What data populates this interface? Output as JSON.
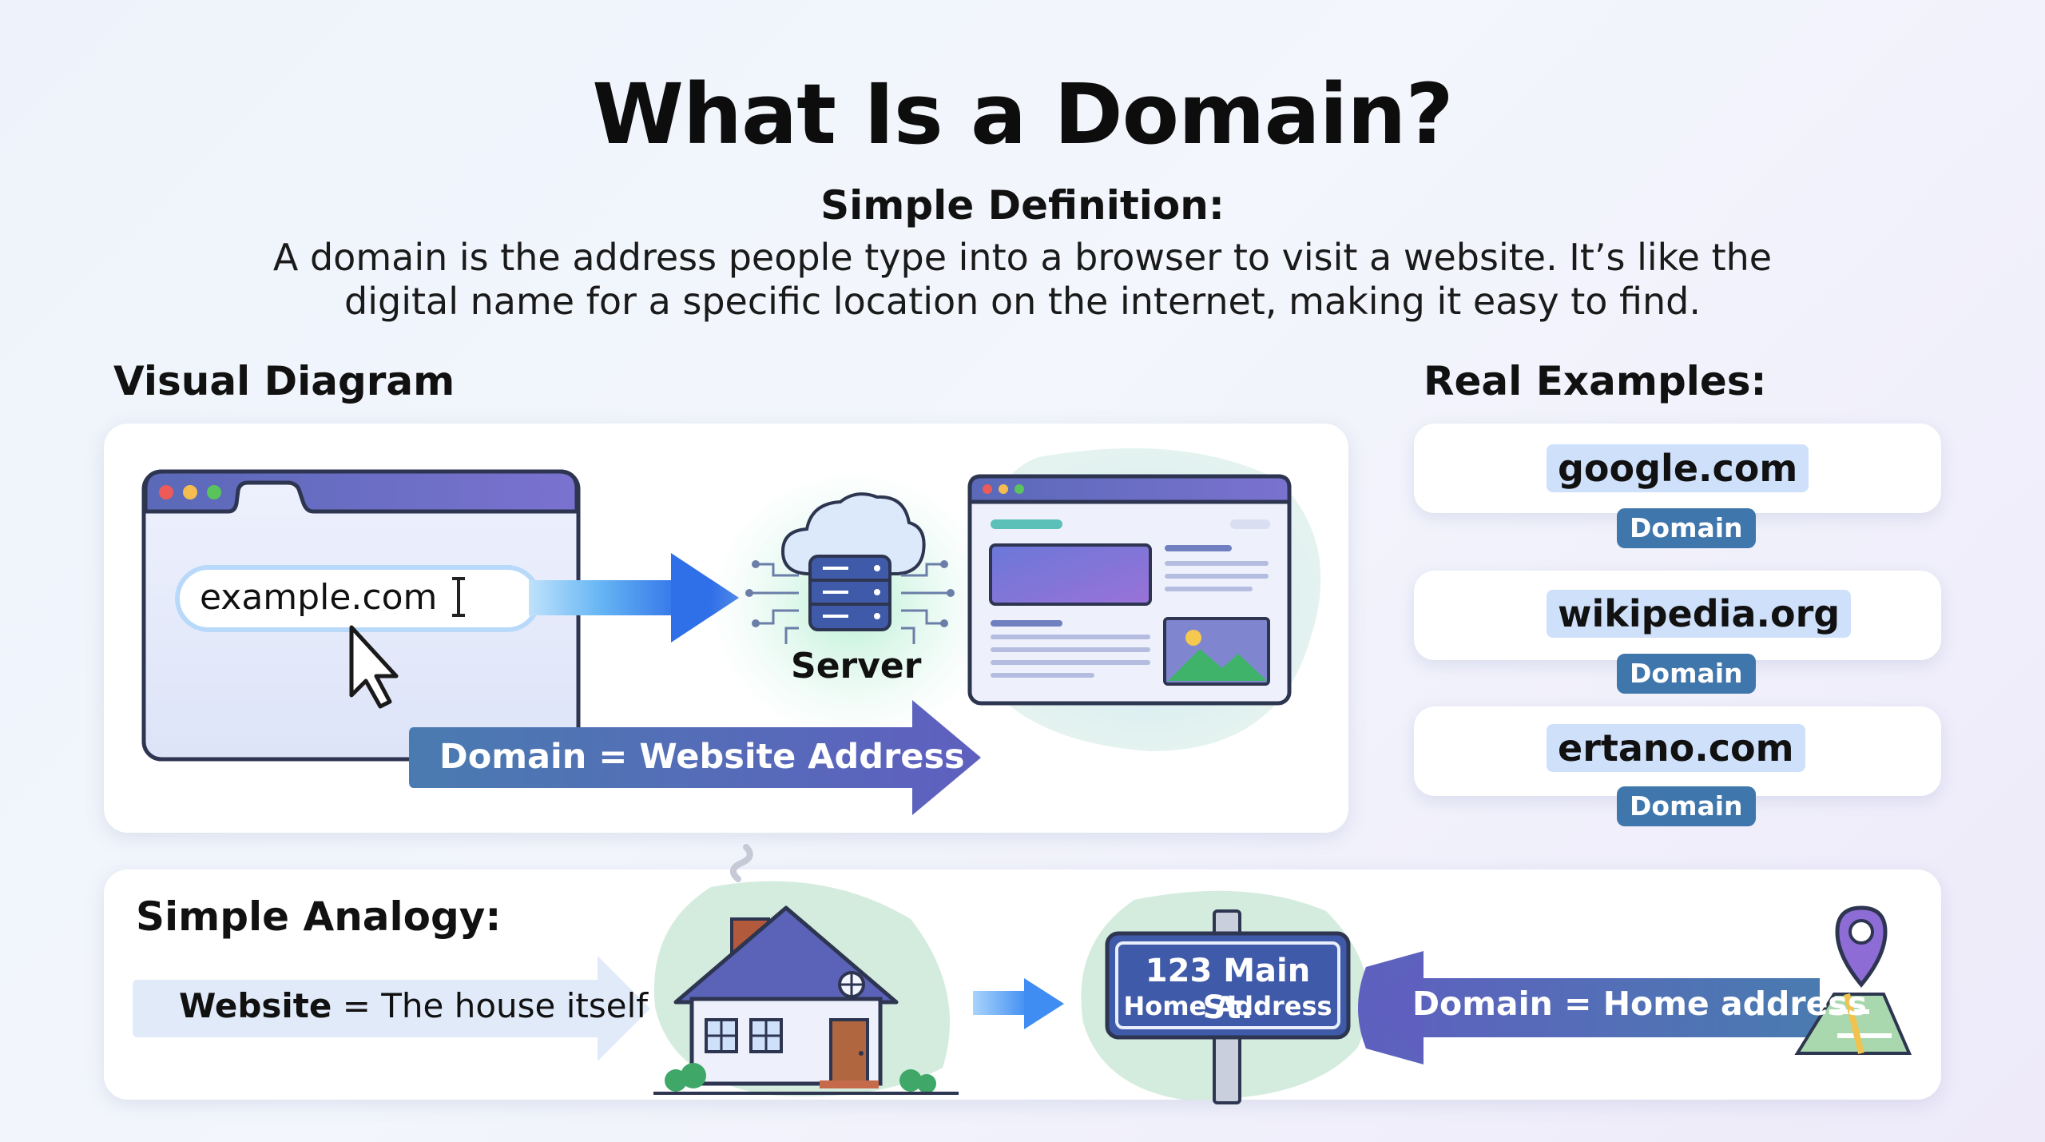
{
  "title": "What Is a Domain?",
  "definition": {
    "heading": "Simple Definition:",
    "text": "A domain is the address people type into a browser to visit a website. It’s like the digital name for a specific location on the internet, making it easy to find."
  },
  "diagram": {
    "heading": "Visual Diagram",
    "address_text": "example.com",
    "server_label": "Server",
    "banner": "Domain = Website Address"
  },
  "examples": {
    "heading": "Real Examples:",
    "badge": "Domain",
    "items": [
      {
        "domain": "google.com",
        "icon": "google-icon"
      },
      {
        "domain": "wikipedia.org",
        "icon": "wikipedia-globe-icon"
      },
      {
        "domain": "ertano.com",
        "icon": "ertano-e-icon"
      }
    ]
  },
  "analogy": {
    "heading": "Simple Analogy:",
    "website_bold": "Website",
    "website_rest": " = The house itself",
    "sign_line1": "123 Main St.",
    "sign_line2": "Home Address",
    "domain_label": "Domain = Home address"
  },
  "colors": {
    "accent_purple": "#6d62c6",
    "accent_blue": "#3f76ab",
    "arrow_blue": "#3f8cf2",
    "chip_blue": "#cfe0fb"
  }
}
